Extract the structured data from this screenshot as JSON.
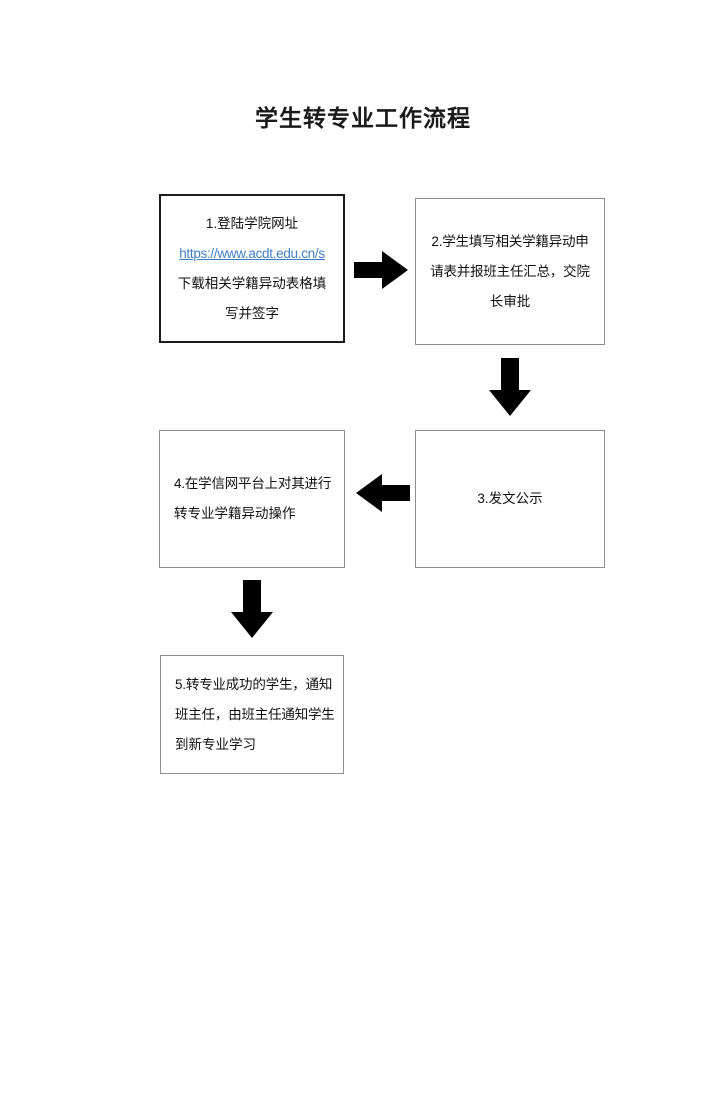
{
  "document": {
    "title": "学生转专业工作流程"
  },
  "flowchart": {
    "type": "flowchart",
    "orientation": "serpentine-2-column",
    "nodes": [
      {
        "id": "step-1",
        "number": "1",
        "lines": [
          "1.登陆学院网址",
          "下载相关学籍异动表格填",
          "写并签字"
        ],
        "link_text": "https://www.acdt.edu.cn/s",
        "align": "center",
        "border": "thick"
      },
      {
        "id": "step-2",
        "number": "2",
        "lines": [
          "2.学生填写相关学籍异动申",
          "请表并报班主任汇总，交院",
          "长审批"
        ],
        "align": "center",
        "border": "thin"
      },
      {
        "id": "step-3",
        "number": "3",
        "lines": [
          "3.发文公示"
        ],
        "align": "center",
        "border": "thin"
      },
      {
        "id": "step-4",
        "number": "4",
        "lines": [
          "4.在学信网平台上对其进行",
          "转专业学籍异动操作"
        ],
        "align": "left",
        "border": "thin"
      },
      {
        "id": "step-5",
        "number": "5",
        "lines": [
          "5.转专业成功的学生，通知",
          "班主任，由班主任通知学生",
          "到新专业学习"
        ],
        "align": "left",
        "border": "thin"
      }
    ],
    "arrows": [
      {
        "id": "arrow-1-2",
        "from": "step-1",
        "to": "step-2",
        "direction": "right"
      },
      {
        "id": "arrow-2-3",
        "from": "step-2",
        "to": "step-3",
        "direction": "down"
      },
      {
        "id": "arrow-3-4",
        "from": "step-3",
        "to": "step-4",
        "direction": "left"
      },
      {
        "id": "arrow-4-5",
        "from": "step-4",
        "to": "step-5",
        "direction": "down"
      }
    ]
  },
  "colors": {
    "link": "#3f7fc1",
    "arrow": "#000000",
    "border_thick": "#1b1b1b",
    "border_thin": "#8d8d8d",
    "text": "#111111",
    "background": "#ffffff"
  }
}
